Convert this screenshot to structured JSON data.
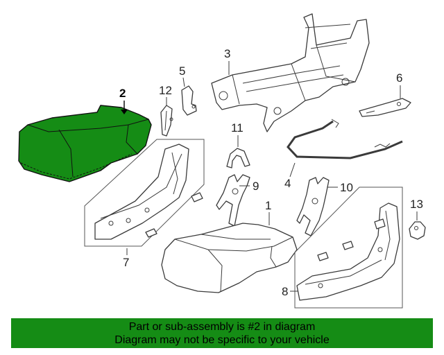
{
  "diagram": {
    "highlight_part": "2",
    "highlight_color": "#158c15",
    "callouts": {
      "c1": "1",
      "c2": "2",
      "c3": "3",
      "c4": "4",
      "c5": "5",
      "c6": "6",
      "c7": "7",
      "c8": "8",
      "c9": "9",
      "c10": "10",
      "c11": "11",
      "c12": "12",
      "c13": "13"
    }
  },
  "banner": {
    "line1": "Part or sub-assembly is #2 in diagram",
    "line2": "Diagram may not be specific to your vehicle",
    "background": "#158c15"
  }
}
